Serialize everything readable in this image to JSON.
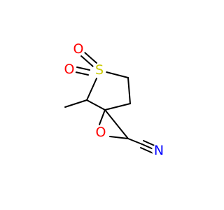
{
  "molecule": {
    "atoms": {
      "sulfur": {
        "label": "S",
        "color": "#CCCC00"
      },
      "oxygen_sulfonyl_1": {
        "label": "O",
        "color": "#FF0000"
      },
      "oxygen_sulfonyl_2": {
        "label": "O",
        "color": "#FF0000"
      },
      "oxygen_epoxide": {
        "label": "O",
        "color": "#FF0000"
      },
      "nitrogen": {
        "label": "N",
        "color": "#0000FF"
      }
    },
    "bond_color": "#000000",
    "background": "#FFFFFF"
  }
}
